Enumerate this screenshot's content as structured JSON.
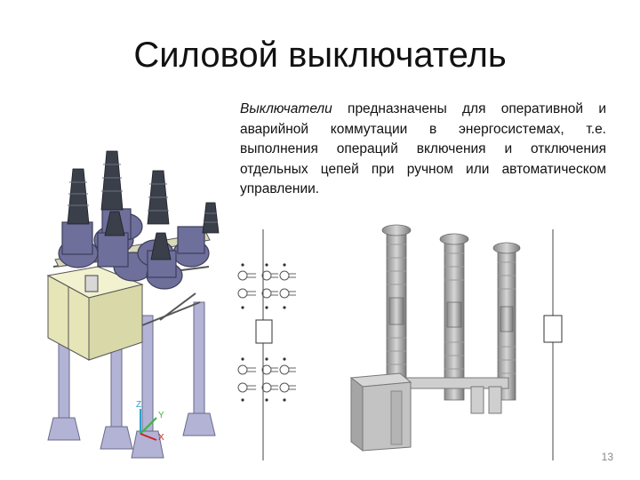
{
  "slide": {
    "title": "Силовой выключатель",
    "description_em": "Выключатели",
    "description_rest": " предназначены для оперативной и аварийной коммутации в энергосистемах, т.е. выполнения операций включения и отключения отдельных цепей при ручном или автоматическом управлении.",
    "page_number": "13"
  },
  "axis_labels": {
    "z": "Z",
    "y": "Y",
    "x": "X"
  },
  "colors": {
    "insulator_dark": "#3a3f4a",
    "housing_purple": "#6e6f9a",
    "cabinet_cream": "#e6e5b8",
    "leg_lavender": "#b3b3d6",
    "photo_gray": "#b9b9b9",
    "axis_z": "#2aa0d0",
    "axis_y": "#3cb43c",
    "axis_x": "#d02020"
  }
}
